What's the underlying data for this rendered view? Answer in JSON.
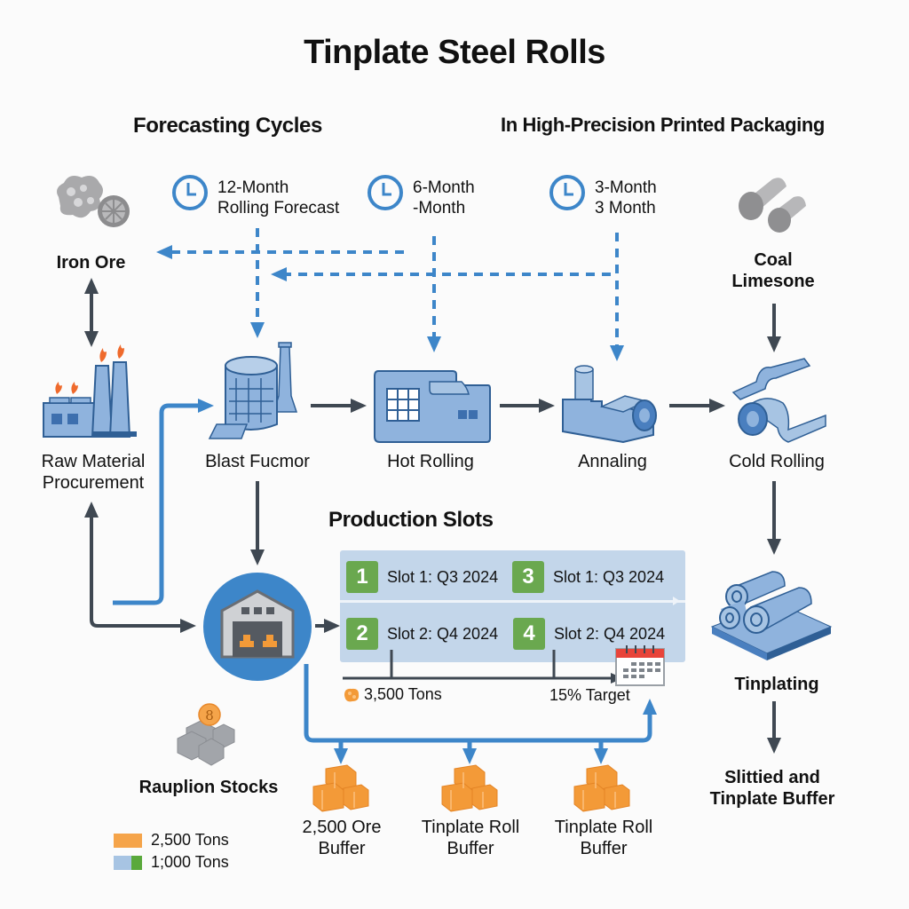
{
  "title": "Tinplate Steel Rolls",
  "headings": {
    "forecasting": "Forecasting Cycles",
    "packaging": "In High-Precision Printed Packaging",
    "production_slots": "Production Slots"
  },
  "forecast_cycles": [
    {
      "icon": "clock-icon",
      "line1": "12-Month",
      "line2": "Rolling Forecast"
    },
    {
      "icon": "clock-icon",
      "line1": "6-Month",
      "line2": "-Month"
    },
    {
      "icon": "clock-icon",
      "line1": "3-Month",
      "line2": "3 Month"
    }
  ],
  "inputs": {
    "iron_ore": "Iron Ore",
    "coal_line1": "Coal",
    "coal_line2": "Limesone"
  },
  "stages": {
    "raw_material_line1": "Raw Material",
    "raw_material_line2": "Procurement",
    "blast_furnace": "Blast Fucmor",
    "hot_rolling": "Hot Rolling",
    "annealing": "Annaling",
    "cold_rolling": "Cold Rolling",
    "tinplating": "Tinplating",
    "slitting_line1": "Slittied and",
    "slitting_line2": "Tinplate Buffer"
  },
  "slots": [
    {
      "number": "1",
      "label": "Slot 1: Q3 2024"
    },
    {
      "number": "3",
      "label": "Slot 1: Q3 2024"
    },
    {
      "number": "2",
      "label": "Slot 2: Q4 2024"
    },
    {
      "number": "4",
      "label": "Slot 2: Q4 2024"
    }
  ],
  "timeline": {
    "left_value": "3,500 Tons",
    "right_value": "15% Target"
  },
  "stocks": {
    "label": "Rauplion Stocks",
    "coin_symbol": "8"
  },
  "buffers": [
    {
      "line1": "2,500 Ore",
      "line2": "Buffer"
    },
    {
      "line1": "Tinplate Roll",
      "line2": "Buffer"
    },
    {
      "line1": "Tinplate Roll",
      "line2": "Buffer"
    }
  ],
  "legend": [
    {
      "label": "2,500 Tons",
      "colors": [
        "#f5a44a"
      ]
    },
    {
      "label": "1;000 Tons",
      "colors": [
        "#a7c4e3",
        "#5aa93c"
      ]
    }
  ],
  "colors": {
    "accent_blue": "#3d86c9",
    "icon_blue": "#8fb3dd",
    "icon_stroke": "#2f5f95",
    "dark_arrow": "#3f4852",
    "orange": "#f39a38",
    "green": "#6aa84f",
    "flame": "#ef6a2c",
    "slot_panel": "#c3d6ea"
  }
}
